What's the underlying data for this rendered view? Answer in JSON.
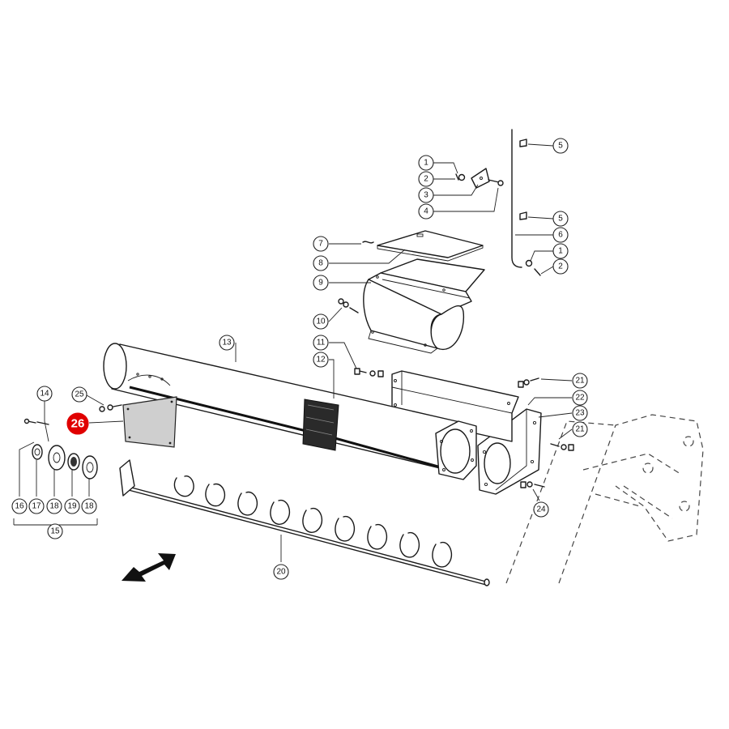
{
  "diagram": {
    "callouts": {
      "c1a": "1",
      "c2a": "2",
      "c3": "3",
      "c4": "4",
      "c5a": "5",
      "c5b": "5",
      "c6": "6",
      "c1b": "1",
      "c2b": "2",
      "c7": "7",
      "c8": "8",
      "c9": "9",
      "c10": "10",
      "c11": "11",
      "c12": "12",
      "c13": "13",
      "c14": "14",
      "c15": "15",
      "c16": "16",
      "c17": "17",
      "c18a": "18",
      "c18b": "18",
      "c19": "19",
      "c20": "20",
      "c21a": "21",
      "c21b": "21",
      "c22": "22",
      "c23": "23",
      "c24": "24",
      "c25": "25",
      "c26": "26"
    },
    "highlight_color": "#e00000",
    "line_color": "#1a1a1a"
  }
}
